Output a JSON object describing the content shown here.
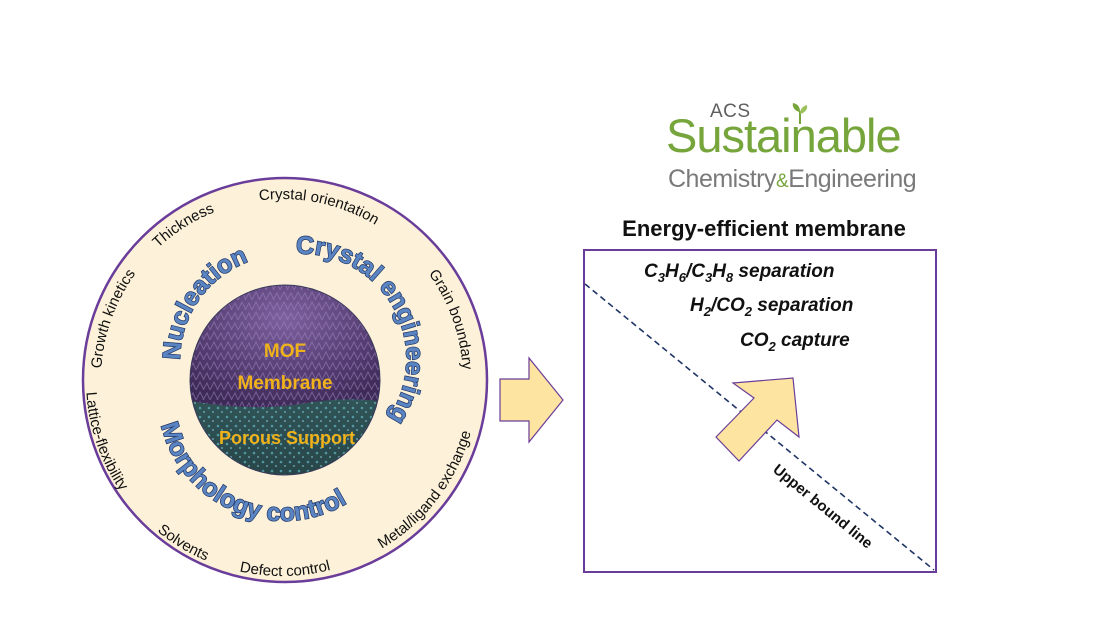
{
  "logo": {
    "line1": "ACS",
    "line2": "Sustainable",
    "line3_a": "Chemistry",
    "line3_amp": "&",
    "line3_b": "Engineering"
  },
  "circle": {
    "outer_ring_labels": [
      "Thickness",
      "Crystal orientation",
      "Grain boundary",
      "Metal/ligand exchange",
      "Defect control",
      "Solvents",
      "Lattice-flexibility",
      "Growth kinetics"
    ],
    "inner_labels": {
      "nucleation": "Nucleation",
      "crystal_engineering": "Crystal engineering",
      "morphology_control": "Morphology control"
    },
    "core": {
      "membrane_line1": "MOF",
      "membrane_line2": "Membrane",
      "support": "Porous Support"
    }
  },
  "panel": {
    "title": "Energy-efficient membrane",
    "separations": {
      "propylene": {
        "a": "C",
        "a_sub": "3",
        "b": "H",
        "b_sub": "6",
        "slash": "/",
        "c": "C",
        "c_sub": "3",
        "d": "H",
        "d_sub": "8",
        "suffix": " separation"
      },
      "hydrogen": {
        "a": "H",
        "a_sub": "2",
        "slash": "/CO",
        "b_sub": "2",
        "suffix": " separation"
      },
      "capture": {
        "a": "CO",
        "a_sub": "2",
        "suffix": " capture"
      }
    },
    "upper_bound_label": "Upper bound line"
  },
  "colors": {
    "circle_fill": "#fdf2d9",
    "circle_border": "#6a3d9a",
    "arrow_fill": "#fde4a0",
    "arrow_border": "#6a3d9a",
    "panel_border": "#6a3d9a",
    "dash_line": "#1f3566",
    "logo_green": "#76a53b"
  }
}
